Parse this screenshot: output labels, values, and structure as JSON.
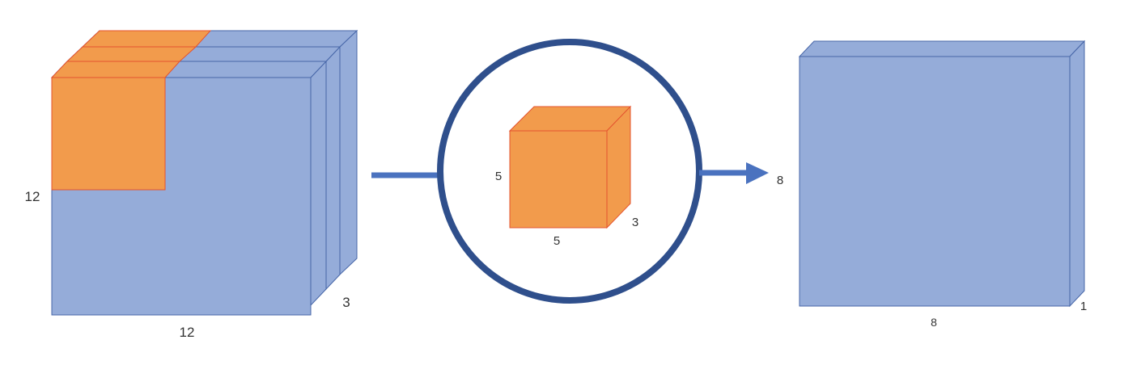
{
  "colors": {
    "volume_fill": "#95acd9",
    "volume_stroke": "#4766a8",
    "kernel_fill": "#f29b4c",
    "kernel_stroke": "#e4532f",
    "circle_stroke": "#2f4f8c",
    "arrow": "#4a72bf",
    "text": "#333333"
  },
  "input_volume": {
    "height_label": "12",
    "width_label": "12",
    "depth_label": "3"
  },
  "kernel": {
    "height_label": "5",
    "width_label": "5",
    "depth_label": "3"
  },
  "output_volume": {
    "height_label": "8",
    "width_label": "8",
    "depth_label": "1"
  }
}
